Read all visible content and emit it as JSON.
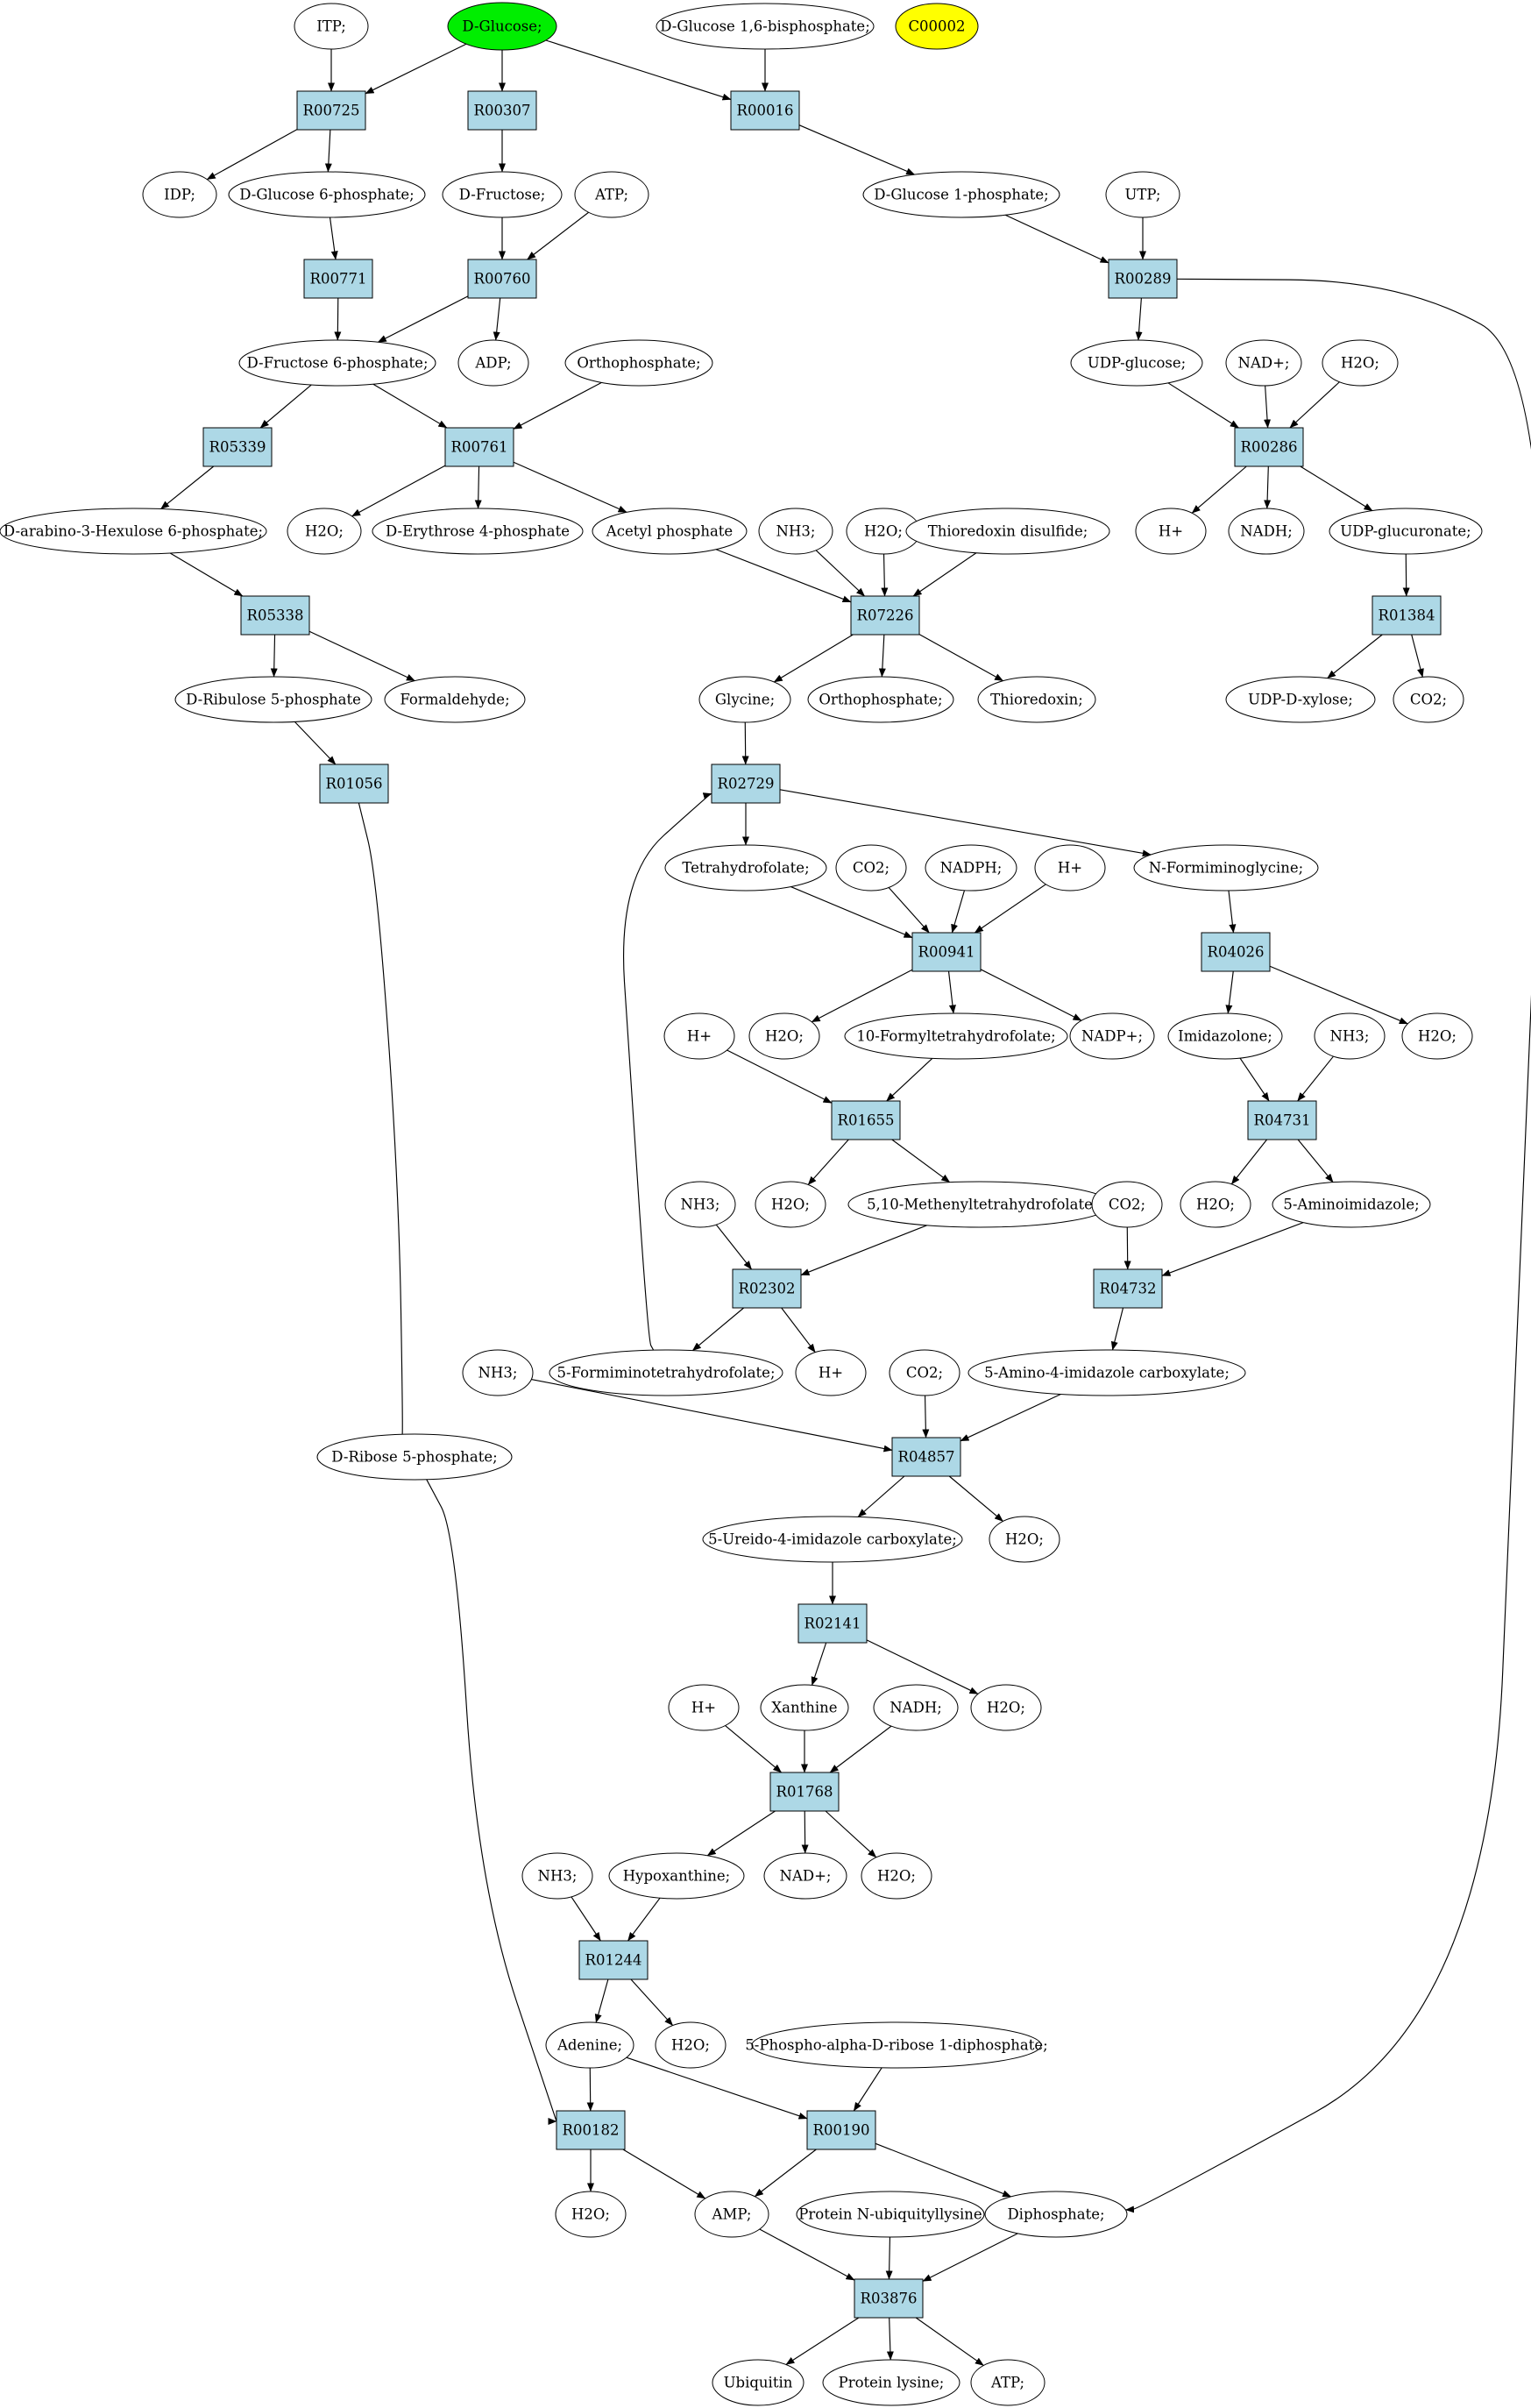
{
  "colors": {
    "reaction_fill": "#add8e6",
    "compound_fill": "#ffffff",
    "highlight_glucose": "#00ee00",
    "highlight_c00002": "#ffff00",
    "stroke": "#000000"
  },
  "compounds": {
    "itp": "ITP;",
    "dglucose": "D-Glucose;",
    "dg16bp": "D-Glucose 1,6-bisphosphate;",
    "c00002": "C00002",
    "idp": "IDP;",
    "dg6p": "D-Glucose 6-phosphate;",
    "dfructose": "D-Fructose;",
    "atp_1": "ATP;",
    "dg1p": "D-Glucose 1-phosphate;",
    "utp": "UTP;",
    "df6p": "D-Fructose 6-phosphate;",
    "adp": "ADP;",
    "orthophosphate_1": "Orthophosphate;",
    "udpglucose": "UDP-glucose;",
    "nadplus_1": "NAD+;",
    "h2o_1": "H2O;",
    "dah6p": "D-arabino-3-Hexulose 6-phosphate;",
    "h2o_2": "H2O;",
    "de4p": "D-Erythrose 4-phosphate",
    "acetylp": "Acetyl phosphate",
    "nh3_1": "NH3;",
    "h2o_3": "H2O;",
    "trxdisulfide": "Thioredoxin disulfide;",
    "hplus_1": "H+",
    "nadh_1": "NADH;",
    "udpglucuronate": "UDP-glucuronate;",
    "dr5p_1": "D-Ribulose 5-phosphate",
    "formaldehyde": "Formaldehyde;",
    "glycine": "Glycine;",
    "orthophosphate_2": "Orthophosphate;",
    "thioredoxin": "Thioredoxin;",
    "udpxylose": "UDP-D-xylose;",
    "co2_1": "CO2;",
    "thf": "Tetrahydrofolate;",
    "co2_2": "CO2;",
    "nadph": "NADPH;",
    "hplus_2": "H+",
    "nformiminoglycine": "N-Formiminoglycine;",
    "hplus_3": "H+",
    "h2o_4": "H2O;",
    "formylthf": "10-Formyltetrahydrofolate;",
    "nadpplus": "NADP+;",
    "imidazolone": "Imidazolone;",
    "nh3_2": "NH3;",
    "h2o_5": "H2O;",
    "nh3_3": "NH3;",
    "h2o_6": "H2O;",
    "methenylthf": "5,10-Methenyltetrahydrofolate",
    "co2_3": "CO2;",
    "h2o_7": "H2O;",
    "aminoimidazole": "5-Aminoimidazole;",
    "nh3_4": "NH3;",
    "formiminothf": "5-Formiminotetrahydrofolate;",
    "hplus_4": "H+",
    "co2_4": "CO2;",
    "aica": "5-Amino-4-imidazole carboxylate;",
    "ribose5p": "D-Ribose 5-phosphate;",
    "ureido": "5-Ureido-4-imidazole carboxylate;",
    "h2o_8": "H2O;",
    "hplus_5": "H+",
    "xanthine": "Xanthine",
    "nadh_2": "NADH;",
    "h2o_9": "H2O;",
    "nh3_5": "NH3;",
    "hypoxanthine": "Hypoxanthine;",
    "nadplus_2": "NAD+;",
    "h2o_10": "H2O;",
    "adenine": "Adenine;",
    "h2o_11": "H2O;",
    "prpp": "5-Phospho-alpha-D-ribose 1-diphosphate;",
    "h2o_12": "H2O;",
    "amp": "AMP;",
    "protnubi": "Protein N-ubiquityllysine",
    "diphosphate": "Diphosphate;",
    "ubiquitin": "Ubiquitin",
    "proteinlysine": "Protein lysine;",
    "atp_2": "ATP;"
  },
  "reactions": {
    "r00725": "R00725",
    "r00307": "R00307",
    "r00016": "R00016",
    "r00771": "R00771",
    "r00760": "R00760",
    "r00289": "R00289",
    "r05339": "R05339",
    "r00761": "R00761",
    "r00286": "R00286",
    "r05338": "R05338",
    "r07226": "R07226",
    "r01384": "R01384",
    "r01056": "R01056",
    "r02729": "R02729",
    "r00941": "R00941",
    "r04026": "R04026",
    "r01655": "R01655",
    "r04731": "R04731",
    "r02302": "R02302",
    "r04732": "R04732",
    "r04857": "R04857",
    "r02141": "R02141",
    "r01768": "R01768",
    "r01244": "R01244",
    "r00182": "R00182",
    "r00190": "R00190",
    "r03876": "R03876"
  },
  "edges": [
    [
      "itp",
      "r00725"
    ],
    [
      "dglucose",
      "r00725"
    ],
    [
      "r00725",
      "idp"
    ],
    [
      "r00725",
      "dg6p"
    ],
    [
      "dglucose",
      "r00307"
    ],
    [
      "r00307",
      "dfructose"
    ],
    [
      "dglucose",
      "r00016"
    ],
    [
      "dg16bp",
      "r00016"
    ],
    [
      "r00016",
      "dg1p"
    ],
    [
      "dg6p",
      "r00771"
    ],
    [
      "r00771",
      "df6p"
    ],
    [
      "dfructose",
      "r00760"
    ],
    [
      "atp_1",
      "r00760"
    ],
    [
      "r00760",
      "df6p"
    ],
    [
      "r00760",
      "adp"
    ],
    [
      "dg1p",
      "r00289"
    ],
    [
      "utp",
      "r00289"
    ],
    [
      "r00289",
      "udpglucose"
    ],
    [
      "r00289",
      "diphosphate"
    ],
    [
      "df6p",
      "r05339"
    ],
    [
      "r05339",
      "dah6p"
    ],
    [
      "df6p",
      "r00761"
    ],
    [
      "orthophosphate_1",
      "r00761"
    ],
    [
      "r00761",
      "h2o_2"
    ],
    [
      "r00761",
      "de4p"
    ],
    [
      "r00761",
      "acetylp"
    ],
    [
      "udpglucose",
      "r00286"
    ],
    [
      "nadplus_1",
      "r00286"
    ],
    [
      "h2o_1",
      "r00286"
    ],
    [
      "r00286",
      "hplus_1"
    ],
    [
      "r00286",
      "nadh_1"
    ],
    [
      "r00286",
      "udpglucuronate"
    ],
    [
      "dah6p",
      "r05338"
    ],
    [
      "r05338",
      "dr5p_1"
    ],
    [
      "r05338",
      "formaldehyde"
    ],
    [
      "acetylp",
      "r07226"
    ],
    [
      "nh3_1",
      "r07226"
    ],
    [
      "h2o_3",
      "r07226"
    ],
    [
      "trxdisulfide",
      "r07226"
    ],
    [
      "r07226",
      "glycine"
    ],
    [
      "r07226",
      "orthophosphate_2"
    ],
    [
      "r07226",
      "thioredoxin"
    ],
    [
      "udpglucuronate",
      "r01384"
    ],
    [
      "r01384",
      "udpxylose"
    ],
    [
      "r01384",
      "co2_1"
    ],
    [
      "dr5p_1",
      "r01056"
    ],
    [
      "r01056",
      "ribose5p"
    ],
    [
      "glycine",
      "r02729"
    ],
    [
      "formiminothf",
      "r02729"
    ],
    [
      "r02729",
      "thf"
    ],
    [
      "r02729",
      "nformiminoglycine"
    ],
    [
      "thf",
      "r00941"
    ],
    [
      "co2_2",
      "r00941"
    ],
    [
      "nadph",
      "r00941"
    ],
    [
      "hplus_2",
      "r00941"
    ],
    [
      "r00941",
      "h2o_4"
    ],
    [
      "r00941",
      "formylthf"
    ],
    [
      "r00941",
      "nadpplus"
    ],
    [
      "nformiminoglycine",
      "r04026"
    ],
    [
      "r04026",
      "imidazolone"
    ],
    [
      "r04026",
      "h2o_5"
    ],
    [
      "hplus_3",
      "r01655"
    ],
    [
      "formylthf",
      "r01655"
    ],
    [
      "r01655",
      "h2o_7"
    ],
    [
      "r01655",
      "methenylthf"
    ],
    [
      "imidazolone",
      "r04731"
    ],
    [
      "nh3_2",
      "r04731"
    ],
    [
      "r04731",
      "h2o_6"
    ],
    [
      "r04731",
      "aminoimidazole"
    ],
    [
      "nh3_3",
      "r02302"
    ],
    [
      "methenylthf",
      "r02302"
    ],
    [
      "r02302",
      "formiminothf"
    ],
    [
      "r02302",
      "hplus_4"
    ],
    [
      "co2_3",
      "r04732"
    ],
    [
      "aminoimidazole",
      "r04732"
    ],
    [
      "r04732",
      "aica"
    ],
    [
      "nh3_4",
      "r04857"
    ],
    [
      "co2_4",
      "r04857"
    ],
    [
      "aica",
      "r04857"
    ],
    [
      "r04857",
      "ureido"
    ],
    [
      "r04857",
      "h2o_8"
    ],
    [
      "ureido",
      "r02141"
    ],
    [
      "r02141",
      "xanthine"
    ],
    [
      "r02141",
      "h2o_9"
    ],
    [
      "hplus_5",
      "r01768"
    ],
    [
      "xanthine",
      "r01768"
    ],
    [
      "nadh_2",
      "r01768"
    ],
    [
      "r01768",
      "hypoxanthine"
    ],
    [
      "r01768",
      "nadplus_2"
    ],
    [
      "r01768",
      "h2o_10"
    ],
    [
      "nh3_5",
      "r01244"
    ],
    [
      "hypoxanthine",
      "r01244"
    ],
    [
      "r01244",
      "adenine"
    ],
    [
      "r01244",
      "h2o_11"
    ],
    [
      "adenine",
      "r00182"
    ],
    [
      "ribose5p",
      "r00182"
    ],
    [
      "r00182",
      "h2o_12"
    ],
    [
      "r00182",
      "amp"
    ],
    [
      "adenine",
      "r00190"
    ],
    [
      "prpp",
      "r00190"
    ],
    [
      "r00190",
      "amp"
    ],
    [
      "r00190",
      "diphosphate"
    ],
    [
      "amp",
      "r03876"
    ],
    [
      "protnubi",
      "r03876"
    ],
    [
      "diphosphate",
      "r03876"
    ],
    [
      "r03876",
      "ubiquitin"
    ],
    [
      "r03876",
      "proteinlysine"
    ],
    [
      "r03876",
      "atp_2"
    ]
  ]
}
